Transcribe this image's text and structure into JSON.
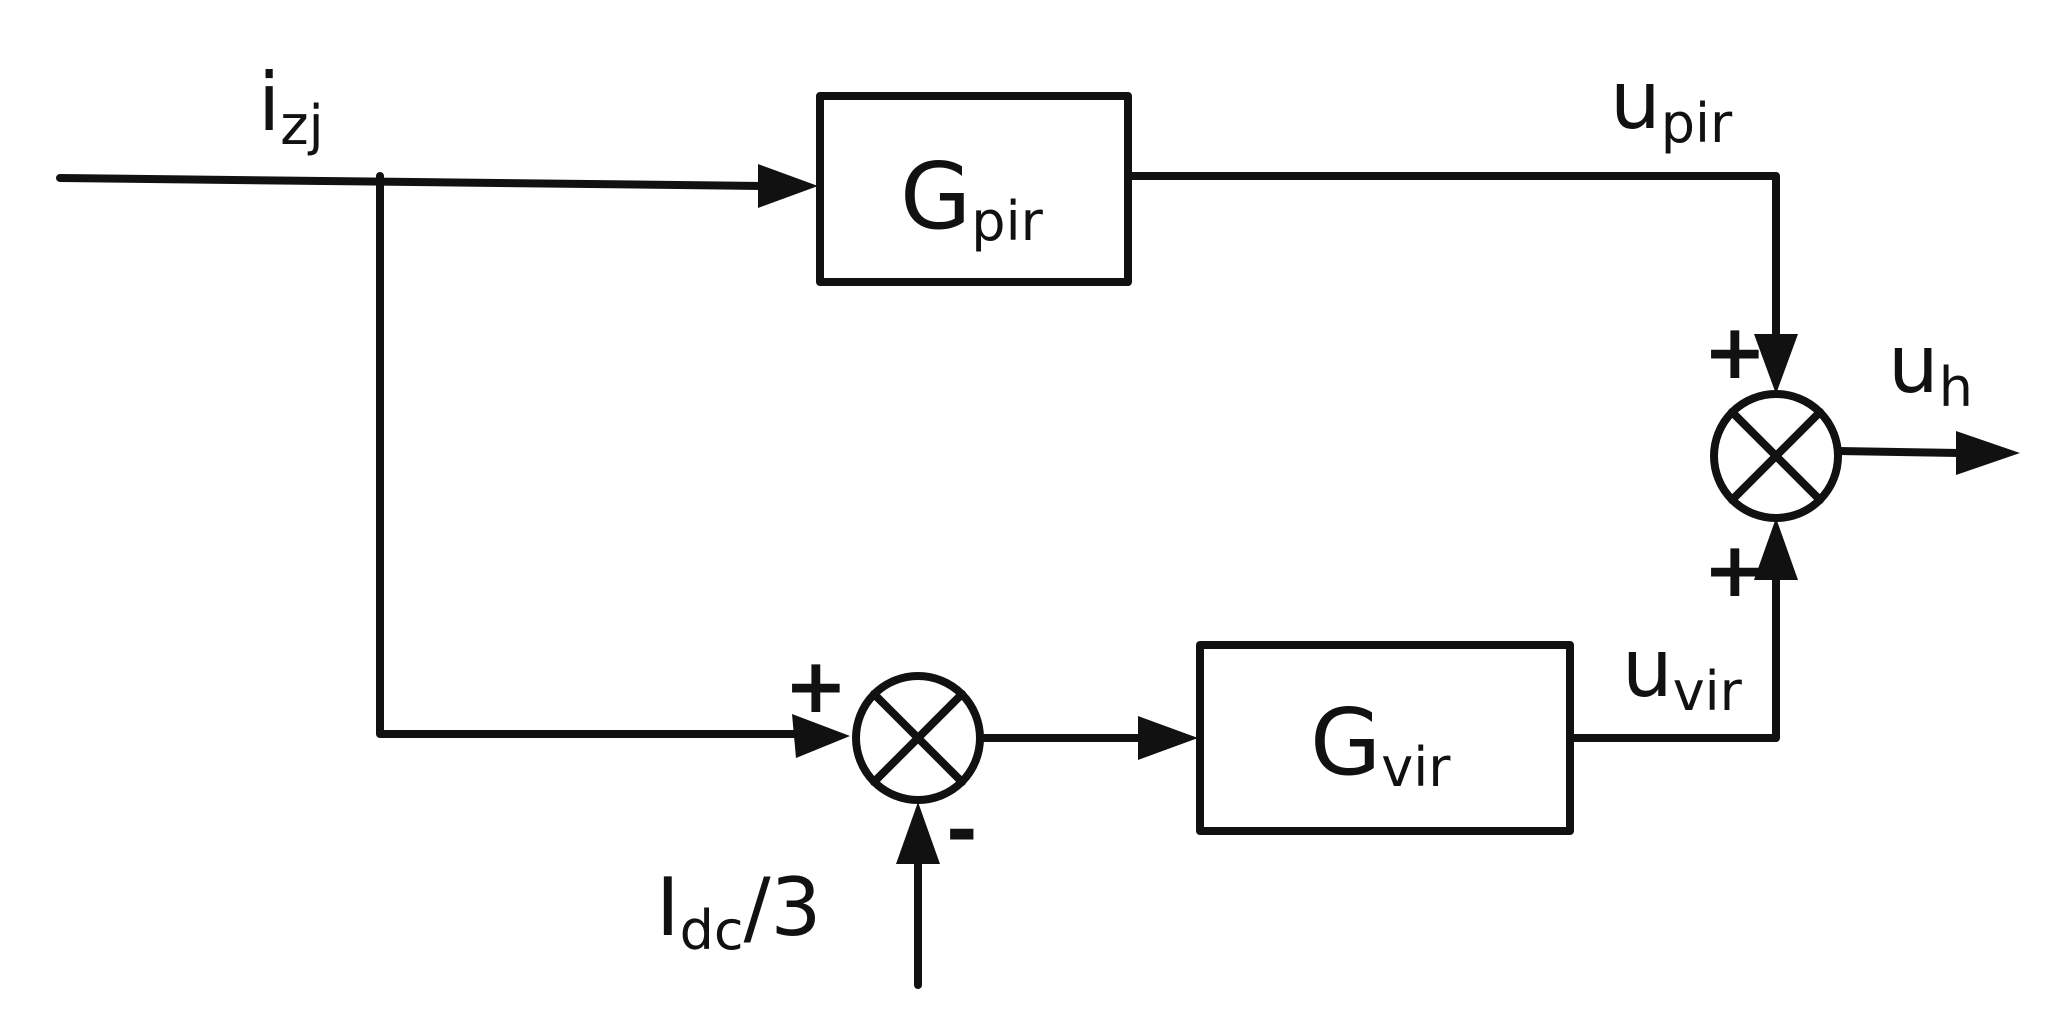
{
  "labels": {
    "input": {
      "main": "i",
      "sub": "zj"
    },
    "dc": {
      "main": "I",
      "sub": "dc",
      "suffix": "/3"
    },
    "u_pir": {
      "main": "u",
      "sub": "pir"
    },
    "u_vir": {
      "main": "u",
      "sub": "vir"
    },
    "u_h": {
      "main": "u",
      "sub": "h"
    }
  },
  "blocks": {
    "g_pir": {
      "main": "G",
      "sub": "pir"
    },
    "g_vir": {
      "main": "G",
      "sub": "vir"
    }
  },
  "signs": {
    "top_sum_top": "+",
    "top_sum_bottom": "+",
    "bottom_sum_left": "+",
    "bottom_sum_bottom": "-"
  },
  "colors": {
    "stroke": "#111111",
    "background": "#ffffff"
  }
}
